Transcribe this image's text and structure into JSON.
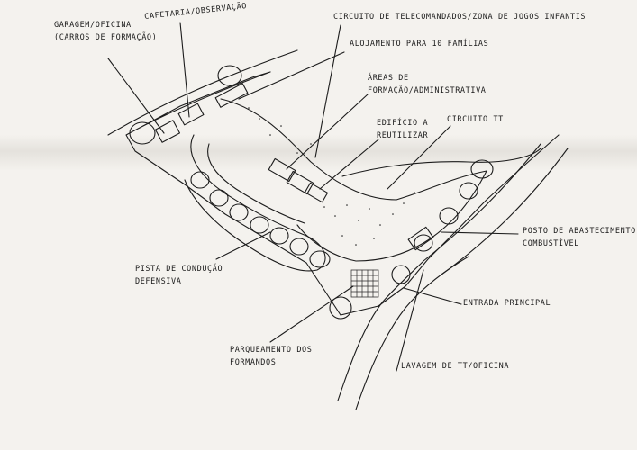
{
  "labels": {
    "garagem_l1": "GARAGEM/OFICINA",
    "garagem_l2": "(CARROS DE FORMAÇÃO)",
    "cafetaria": "CAFETARIA/OBSERVAÇÃO",
    "circuito_tele": "CIRCUITO DE TELECOMANDADOS/ZONA DE JOGOS INFANTIS",
    "alojamento": "ALOJAMENTO PARA 10 FAMÍLIAS",
    "areas_l1": "ÁREAS DE",
    "areas_l2": "FORMAÇÃO/ADMINISTRATIVA",
    "edificio_l1": "EDIFÍCIO A",
    "edificio_l2": "REUTILIZAR",
    "circuito_tt": "CIRCUITO TT",
    "posto_l1": "POSTO DE ABASTECIMENTO",
    "posto_l2": "COMBUSTÍVEL",
    "pista_l1": "PISTA DE CONDUÇÃO",
    "pista_l2": "DEFENSIVA",
    "entrada": "ENTRADA PRINCIPAL",
    "parque_l1": "PARQUEAMENTO DOS",
    "parque_l2": "FORMANDOS",
    "lavagem": "LAVAGEM DE TT/OFICINA"
  },
  "colors": {
    "ink": "#1c1c1c",
    "paper": "#f4f2ee"
  }
}
